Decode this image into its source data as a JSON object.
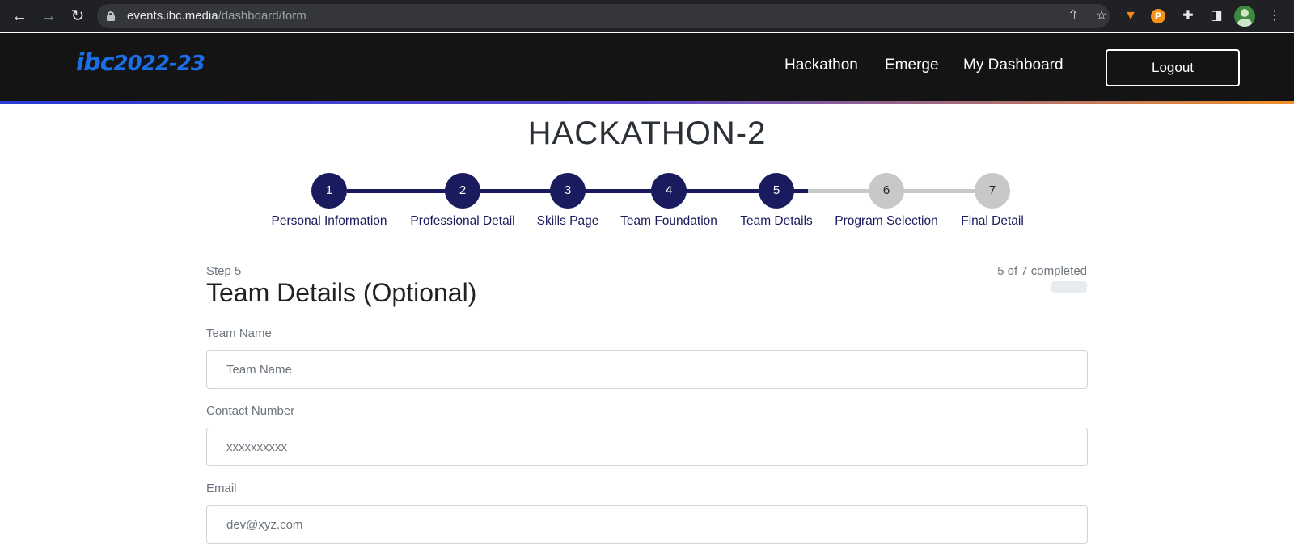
{
  "browser": {
    "url_host": "events.ibc.media",
    "url_path": "/dashboard/form",
    "icons": [
      "back-arrow-icon",
      "forward-arrow-icon",
      "reload-icon",
      "lock-icon",
      "share-icon",
      "star-icon",
      "metamask-fox-icon",
      "p-extension-icon",
      "puzzle-icon",
      "side-panel-icon",
      "profile-avatar-icon",
      "kebab-menu-icon"
    ]
  },
  "header": {
    "logo_text": "ibc",
    "logo_year": "2022-23",
    "nav": [
      "Hackathon",
      "Emerge",
      "My Dashboard"
    ],
    "logout_label": "Logout"
  },
  "page_title": "HACKATHON-2",
  "stepper": {
    "current": 5,
    "steps": [
      {
        "number": "1",
        "label": "Personal Information"
      },
      {
        "number": "2",
        "label": "Professional Detail"
      },
      {
        "number": "3",
        "label": "Skills Page"
      },
      {
        "number": "4",
        "label": "Team Foundation"
      },
      {
        "number": "5",
        "label": "Team Details"
      },
      {
        "number": "6",
        "label": "Program Selection"
      },
      {
        "number": "7",
        "label": "Final Detail"
      }
    ]
  },
  "form": {
    "step_label": "Step 5",
    "progress_text": "5 of 7 completed",
    "title": "Team Details (Optional)",
    "fields": [
      {
        "label": "Team Name",
        "placeholder": "Team Name"
      },
      {
        "label": "Contact Number",
        "placeholder": "xxxxxxxxxx"
      },
      {
        "label": "Email",
        "placeholder": "dev@xyz.com"
      }
    ]
  },
  "colors": {
    "header_bg": "#141414",
    "logo_blue": "#1a6fe8",
    "step_done": "#1a1a5e",
    "step_todo": "#c8c8c8"
  }
}
